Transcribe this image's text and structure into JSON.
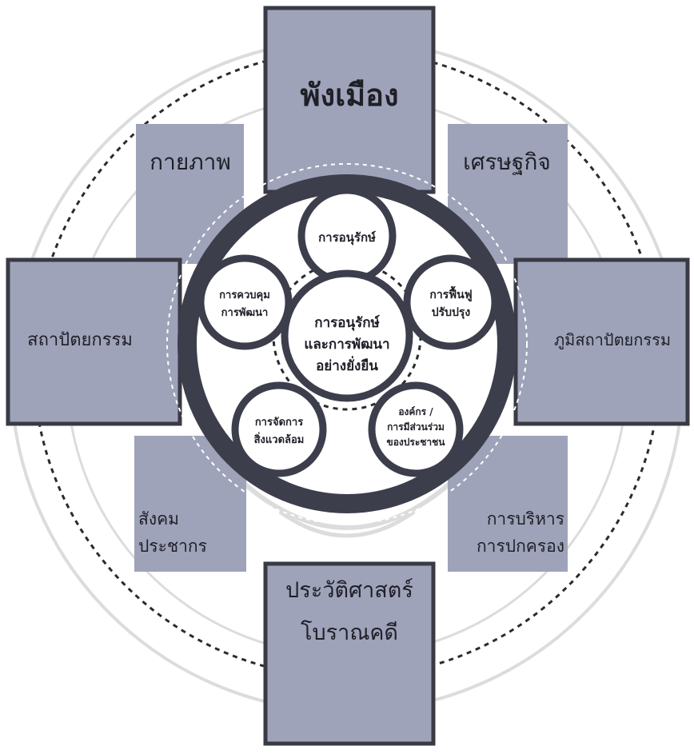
{
  "labels": {
    "top": "พังเมือง",
    "upper_left": "กายภาพ",
    "upper_right": "เศรษฐกิจ",
    "left": "สถาปัตยกรรม",
    "right": "ภูมิสถาปัตยกรรม",
    "lower_left_line1": "สังคม",
    "lower_left_line2": "ประชากร",
    "lower_right_line1": "การบริหาร",
    "lower_right_line2": "การปกครอง",
    "bottom_line1": "ประวัติศาสตร์",
    "bottom_line2": "โบราณคดี"
  },
  "core": {
    "line1": "การอนุรักษ์",
    "line2": "และการพัฒนา",
    "line3": "อย่างยั่งยืน"
  },
  "satellites": {
    "top": "การอนุรักษ์",
    "right_line1": "การฟื้นฟู",
    "right_line2": "ปรับปรุง",
    "left_line1": "การควบคุม",
    "left_line2": "การพัฒนา",
    "bottom_left_line1": "การจัดการ",
    "bottom_left_line2": "สิ่งแวดล้อม",
    "bottom_right_line1": "องค์กร /",
    "bottom_right_line2": "การมีส่วนร่วม",
    "bottom_right_line3": "ของประชาชน"
  },
  "colors": {
    "panel": "#9ea3b9",
    "panel_border": "#3a3a44",
    "ring": "#3d3e4c",
    "text": "#1f1f28",
    "watermark": "#cccccc"
  }
}
